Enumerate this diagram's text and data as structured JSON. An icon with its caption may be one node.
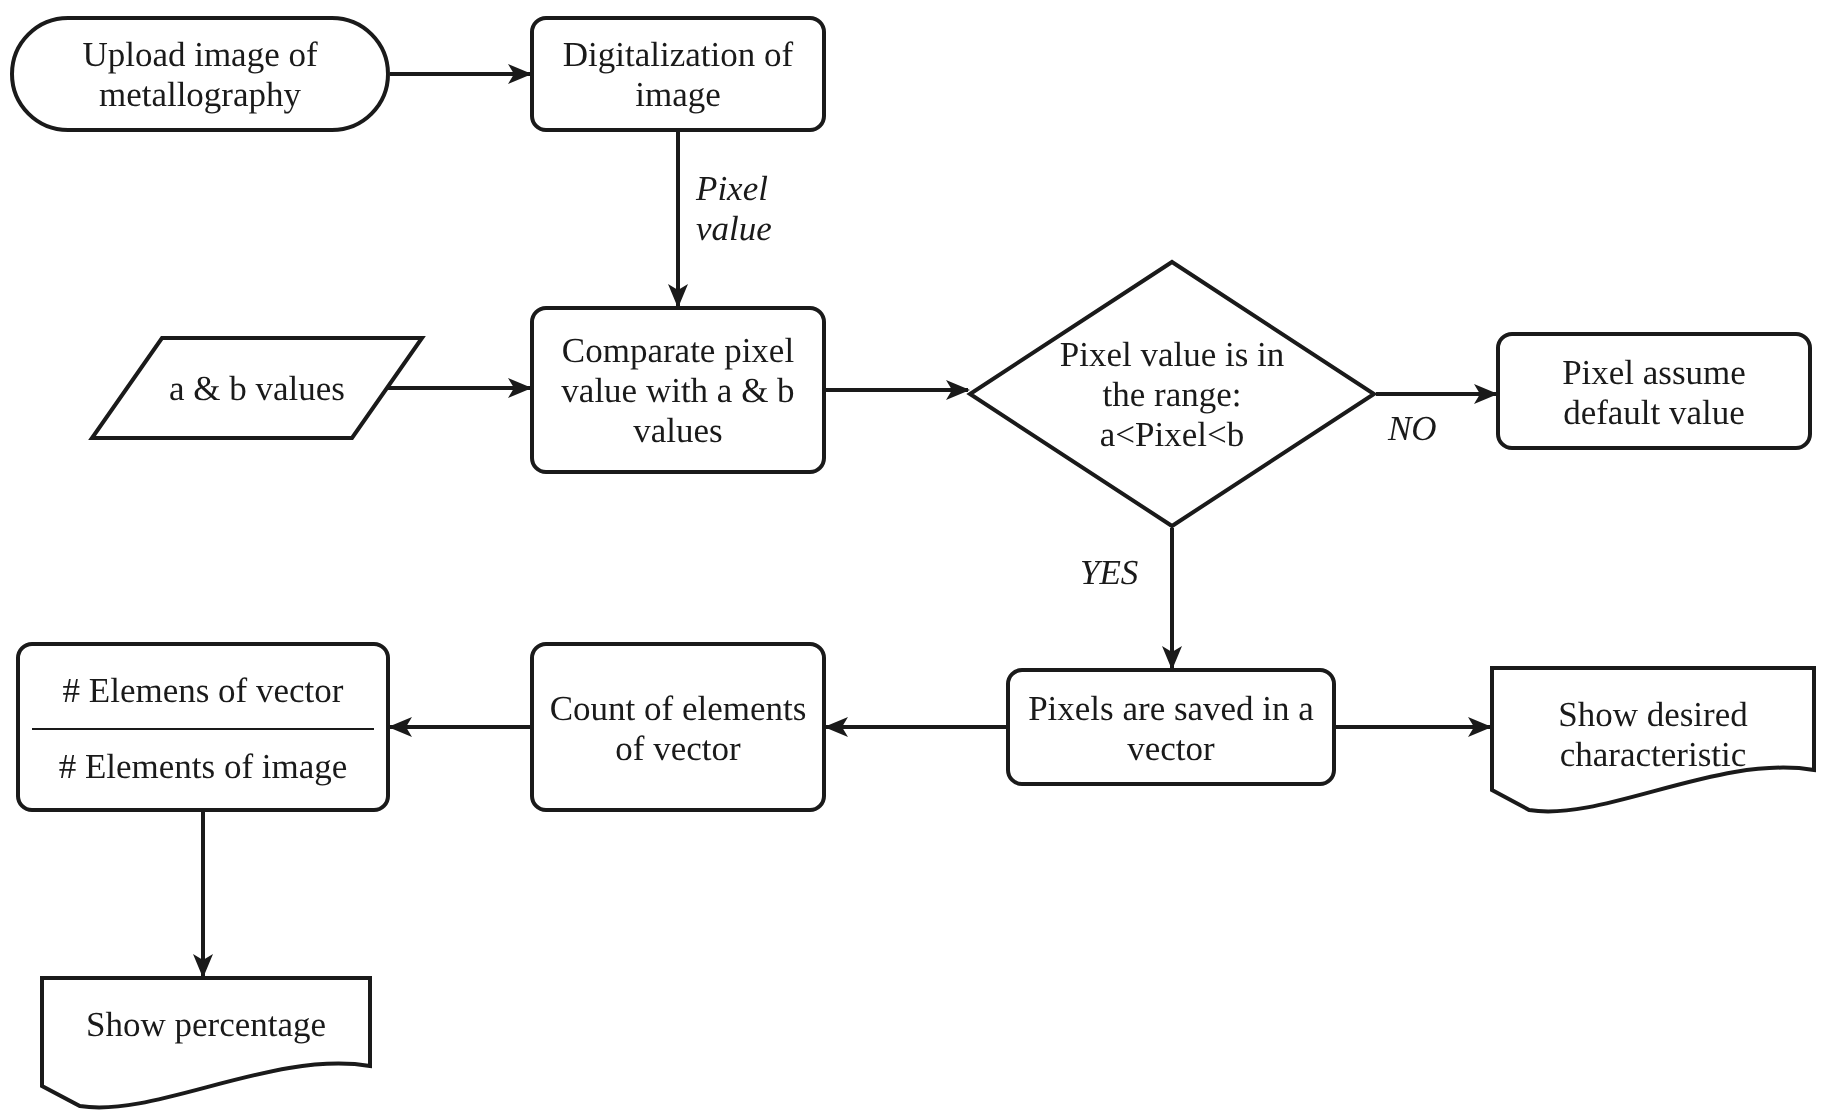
{
  "diagram": {
    "nodes": [
      {
        "text": [
          "Upload image of metallography"
        ]
      },
      {
        "text": [
          "Digitalization of image"
        ]
      },
      {
        "text": [
          "a & b values"
        ]
      },
      {
        "text": [
          "Comparate pixel value with a & b values"
        ]
      },
      {
        "text": [
          "Pixel value is in the range: a<Pixel<b"
        ]
      },
      {
        "text": [
          "Pixel assume default value"
        ]
      },
      {
        "text": [
          "Pixels are saved in a vector"
        ]
      },
      {
        "text": [
          "Show desired characteristic"
        ]
      },
      {
        "text": [
          "# Elemens of vector",
          "# Elements of image"
        ]
      },
      {
        "text": [
          "Count of elements of vector"
        ]
      },
      {
        "text": [
          "Show percentage"
        ]
      }
    ],
    "edges": [
      {
        "from": 0,
        "to": 1,
        "arrow": "to"
      },
      {
        "from": 1,
        "to": 3,
        "arrow": "to",
        "label": "Pixel value"
      },
      {
        "from": 2,
        "to": 3,
        "arrow": "to"
      },
      {
        "from": 3,
        "to": 4,
        "arrow": "to"
      },
      {
        "from": 4,
        "to": 5,
        "arrow": "to",
        "label": "NO"
      },
      {
        "from": 4,
        "to": 6,
        "arrow": "to",
        "label": "YES"
      },
      {
        "from": 6,
        "to": 7,
        "arrow": "to"
      },
      {
        "from": 6,
        "to": 9,
        "arrow": "to"
      },
      {
        "from": 9,
        "to": 8,
        "arrow": "to"
      },
      {
        "from": 8,
        "to": 10,
        "arrow": "to"
      }
    ]
  }
}
